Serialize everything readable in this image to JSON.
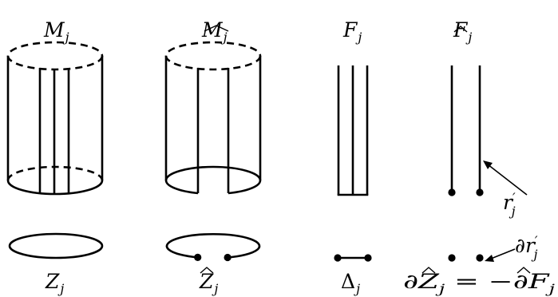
{
  "labels": {
    "top": [
      {
        "base": "M",
        "sub": "j",
        "hat": false
      },
      {
        "base": "M",
        "sub": "j",
        "hat": true
      },
      {
        "base": "F",
        "sub": "j",
        "hat": false
      },
      {
        "base": "F",
        "sub": "j",
        "hat": true
      }
    ],
    "bottom": [
      {
        "base": "Z",
        "sub": "j",
        "hat": false
      },
      {
        "base": "Z",
        "sub": "j",
        "hat": true
      },
      {
        "base": "Δ",
        "sub": "j",
        "hat": false
      }
    ],
    "boundary_eq": {
      "lhs_prefix": "∂",
      "lhs_base": "Z",
      "lhs_sub": "j",
      "equals": " = −∂",
      "rhs_base": "F",
      "rhs_sub": "j"
    },
    "r_prime": {
      "base": "r",
      "prime": "′",
      "sub": "j"
    },
    "d_r_prime": {
      "prefix": "∂",
      "base": "r",
      "prime": "′",
      "sub": "j"
    }
  },
  "colors": {
    "ink": "#000000",
    "background": "#ffffff"
  }
}
